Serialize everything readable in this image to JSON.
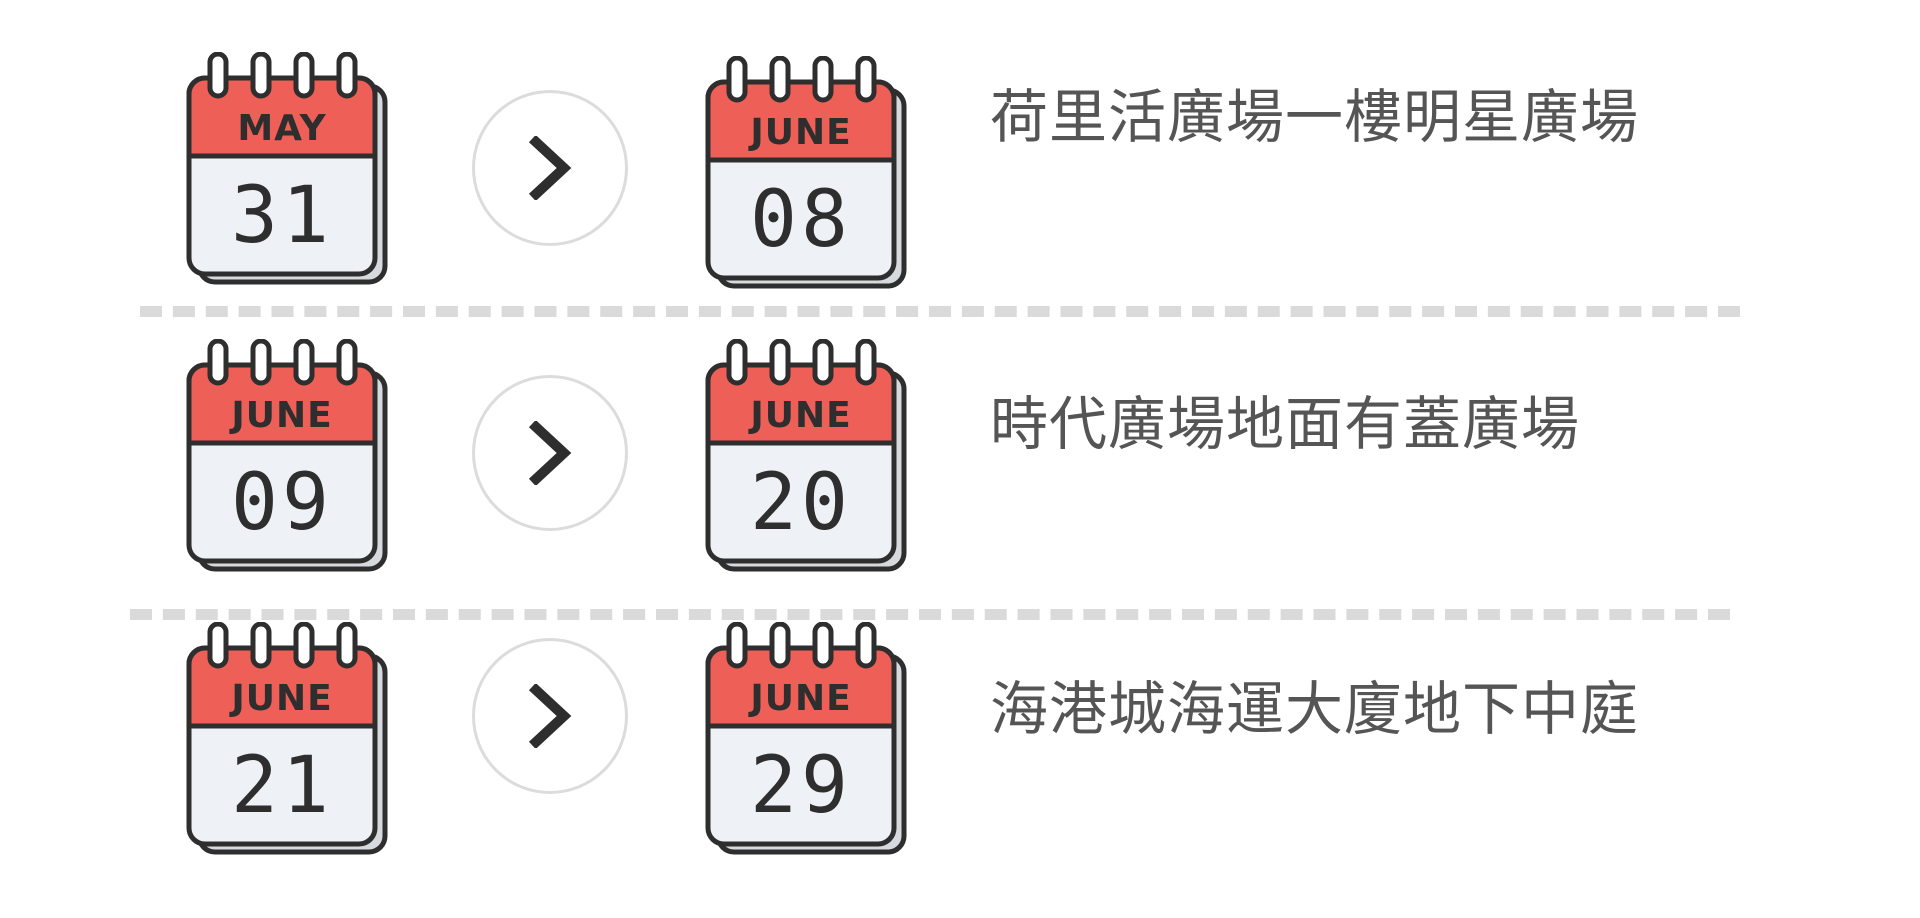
{
  "rows": [
    {
      "start": {
        "month": "MAY",
        "day": "31"
      },
      "end": {
        "month": "JUNE",
        "day": "08"
      },
      "venue": "荷里活廣場一樓明星廣場"
    },
    {
      "start": {
        "month": "JUNE",
        "day": "09"
      },
      "end": {
        "month": "JUNE",
        "day": "20"
      },
      "venue": "時代廣場地面有蓋廣場"
    },
    {
      "start": {
        "month": "JUNE",
        "day": "21"
      },
      "end": {
        "month": "JUNE",
        "day": "29"
      },
      "venue": "海港城海運大廈地下中庭"
    }
  ],
  "icons": {
    "calendar": "calendar-icon",
    "arrow": "chevron-right-icon"
  },
  "colors": {
    "calendar_header": "#ee5f57",
    "calendar_body": "#eef2f7",
    "calendar_shadow": "#d6d9de",
    "outline": "#2e2e2e",
    "divider": "#dadada",
    "venue_text": "#555555"
  }
}
